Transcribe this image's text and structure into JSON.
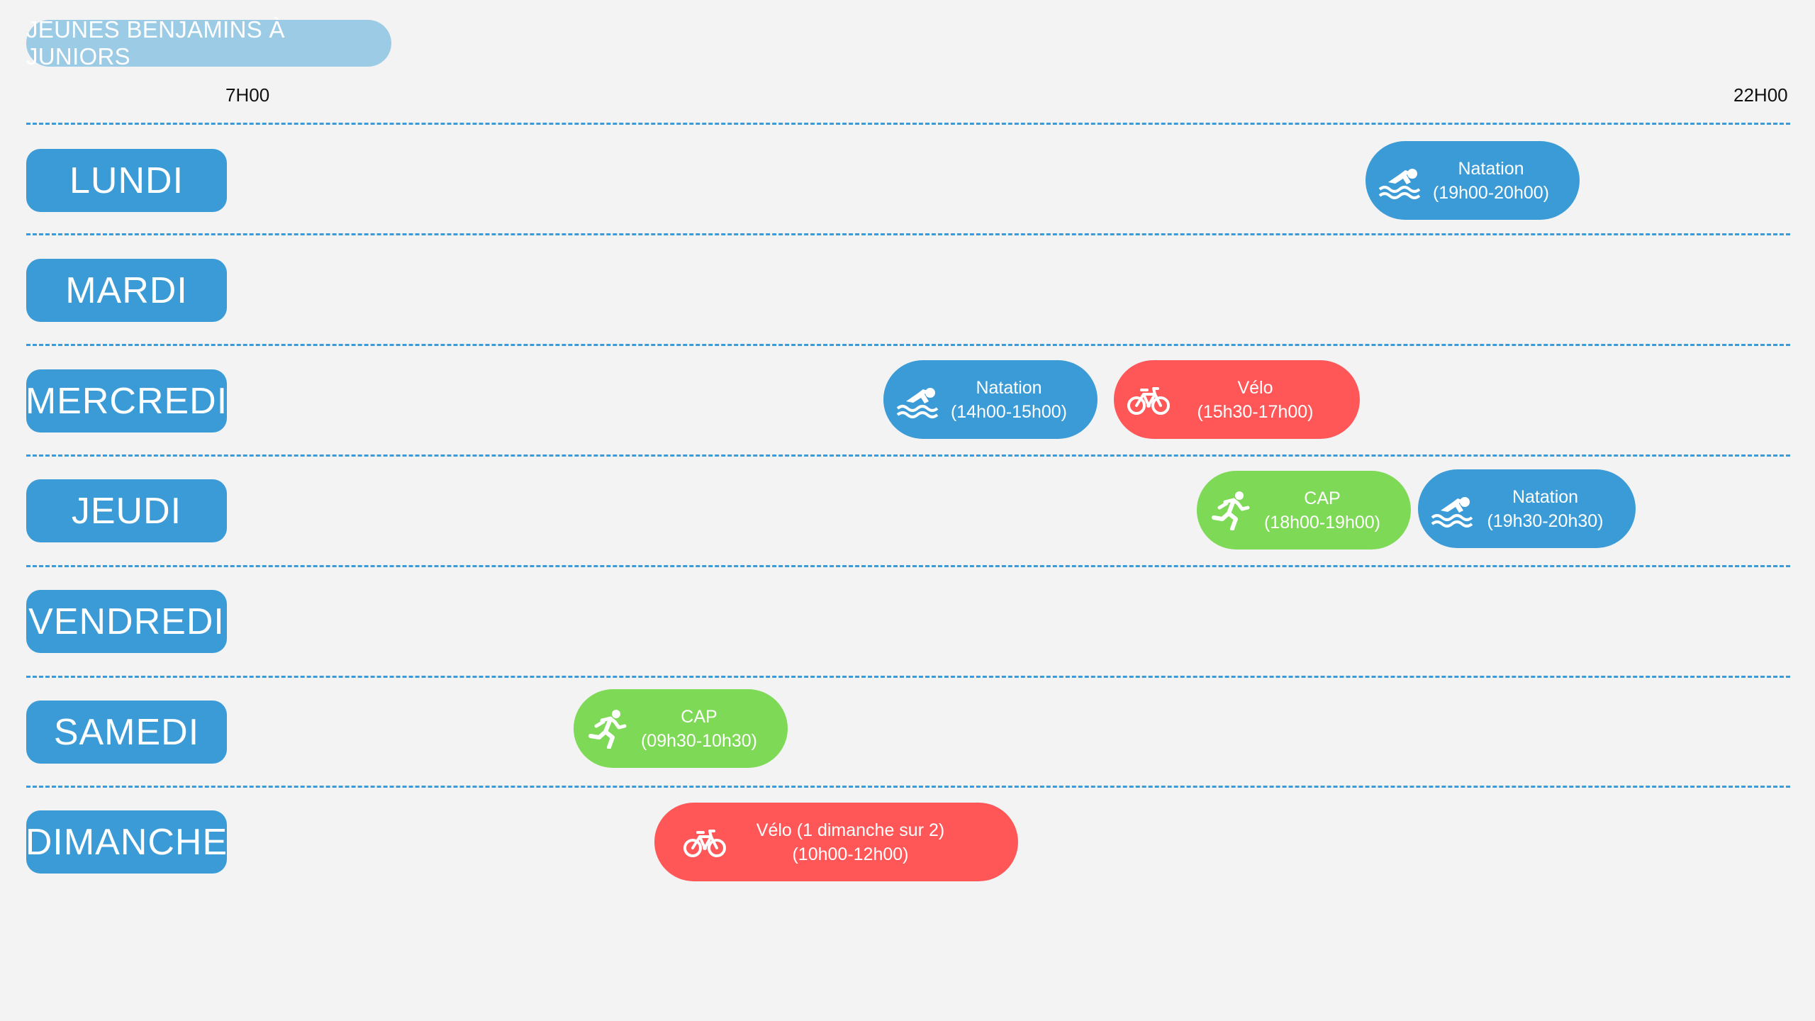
{
  "category": "JEUNES BENJAMINS À JUNIORS",
  "timeline": {
    "start": "7H00",
    "end": "22H00"
  },
  "days": [
    "LUNDI",
    "MARDI",
    "MERCREDI",
    "JEUDI",
    "VENDREDI",
    "SAMEDI",
    "DIMANCHE"
  ],
  "events": {
    "lundi_natation": {
      "activity": "Natation",
      "time": "(19h00-20h00)",
      "icon": "swimmer-icon"
    },
    "mercredi_natation": {
      "activity": "Natation",
      "time": "(14h00-15h00)",
      "icon": "swimmer-icon"
    },
    "mercredi_velo": {
      "activity": "Vélo",
      "time": "(15h30-17h00)",
      "icon": "bicycle-icon"
    },
    "jeudi_cap": {
      "activity": "CAP",
      "time": "(18h00-19h00)",
      "icon": "runner-icon"
    },
    "jeudi_natation": {
      "activity": "Natation",
      "time": "(19h30-20h30)",
      "icon": "swimmer-icon"
    },
    "samedi_cap": {
      "activity": "CAP",
      "time": "(09h30-10h30)",
      "icon": "runner-icon"
    },
    "dimanche_velo": {
      "activity": "Vélo (1 dimanche sur 2)",
      "time": "(10h00-12h00)",
      "icon": "bicycle-icon"
    }
  },
  "colors": {
    "swim": "#3b9bd6",
    "bike": "#ff5757",
    "run": "#7ed957",
    "day_pill": "#3b9bd6",
    "category_pill": "#9ccbe6",
    "separator": "#3b9bd6",
    "background": "#f3f3f3"
  }
}
